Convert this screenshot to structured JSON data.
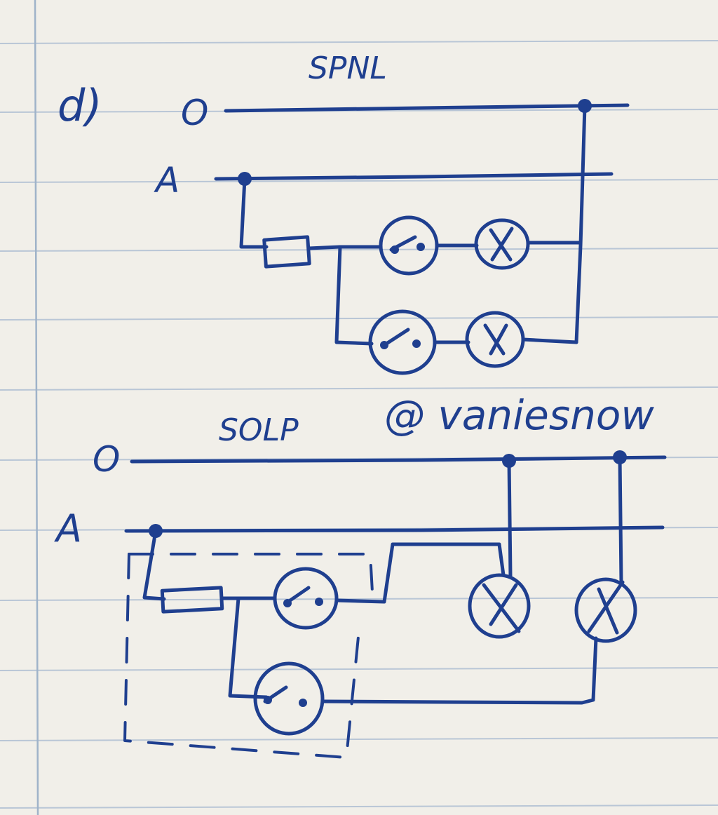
{
  "part_label": "d)",
  "top_diagram": {
    "title": "SPNL",
    "rail_neutral": "O",
    "rail_live": "A"
  },
  "bottom_diagram": {
    "title": "SOLP",
    "rail_neutral": "O",
    "rail_live": "A"
  },
  "watermark": "@ vaniesnow",
  "colors": {
    "ink": "#1f3f8f",
    "paper": "#f1efe9",
    "rule_line": "#b9c6d6"
  }
}
